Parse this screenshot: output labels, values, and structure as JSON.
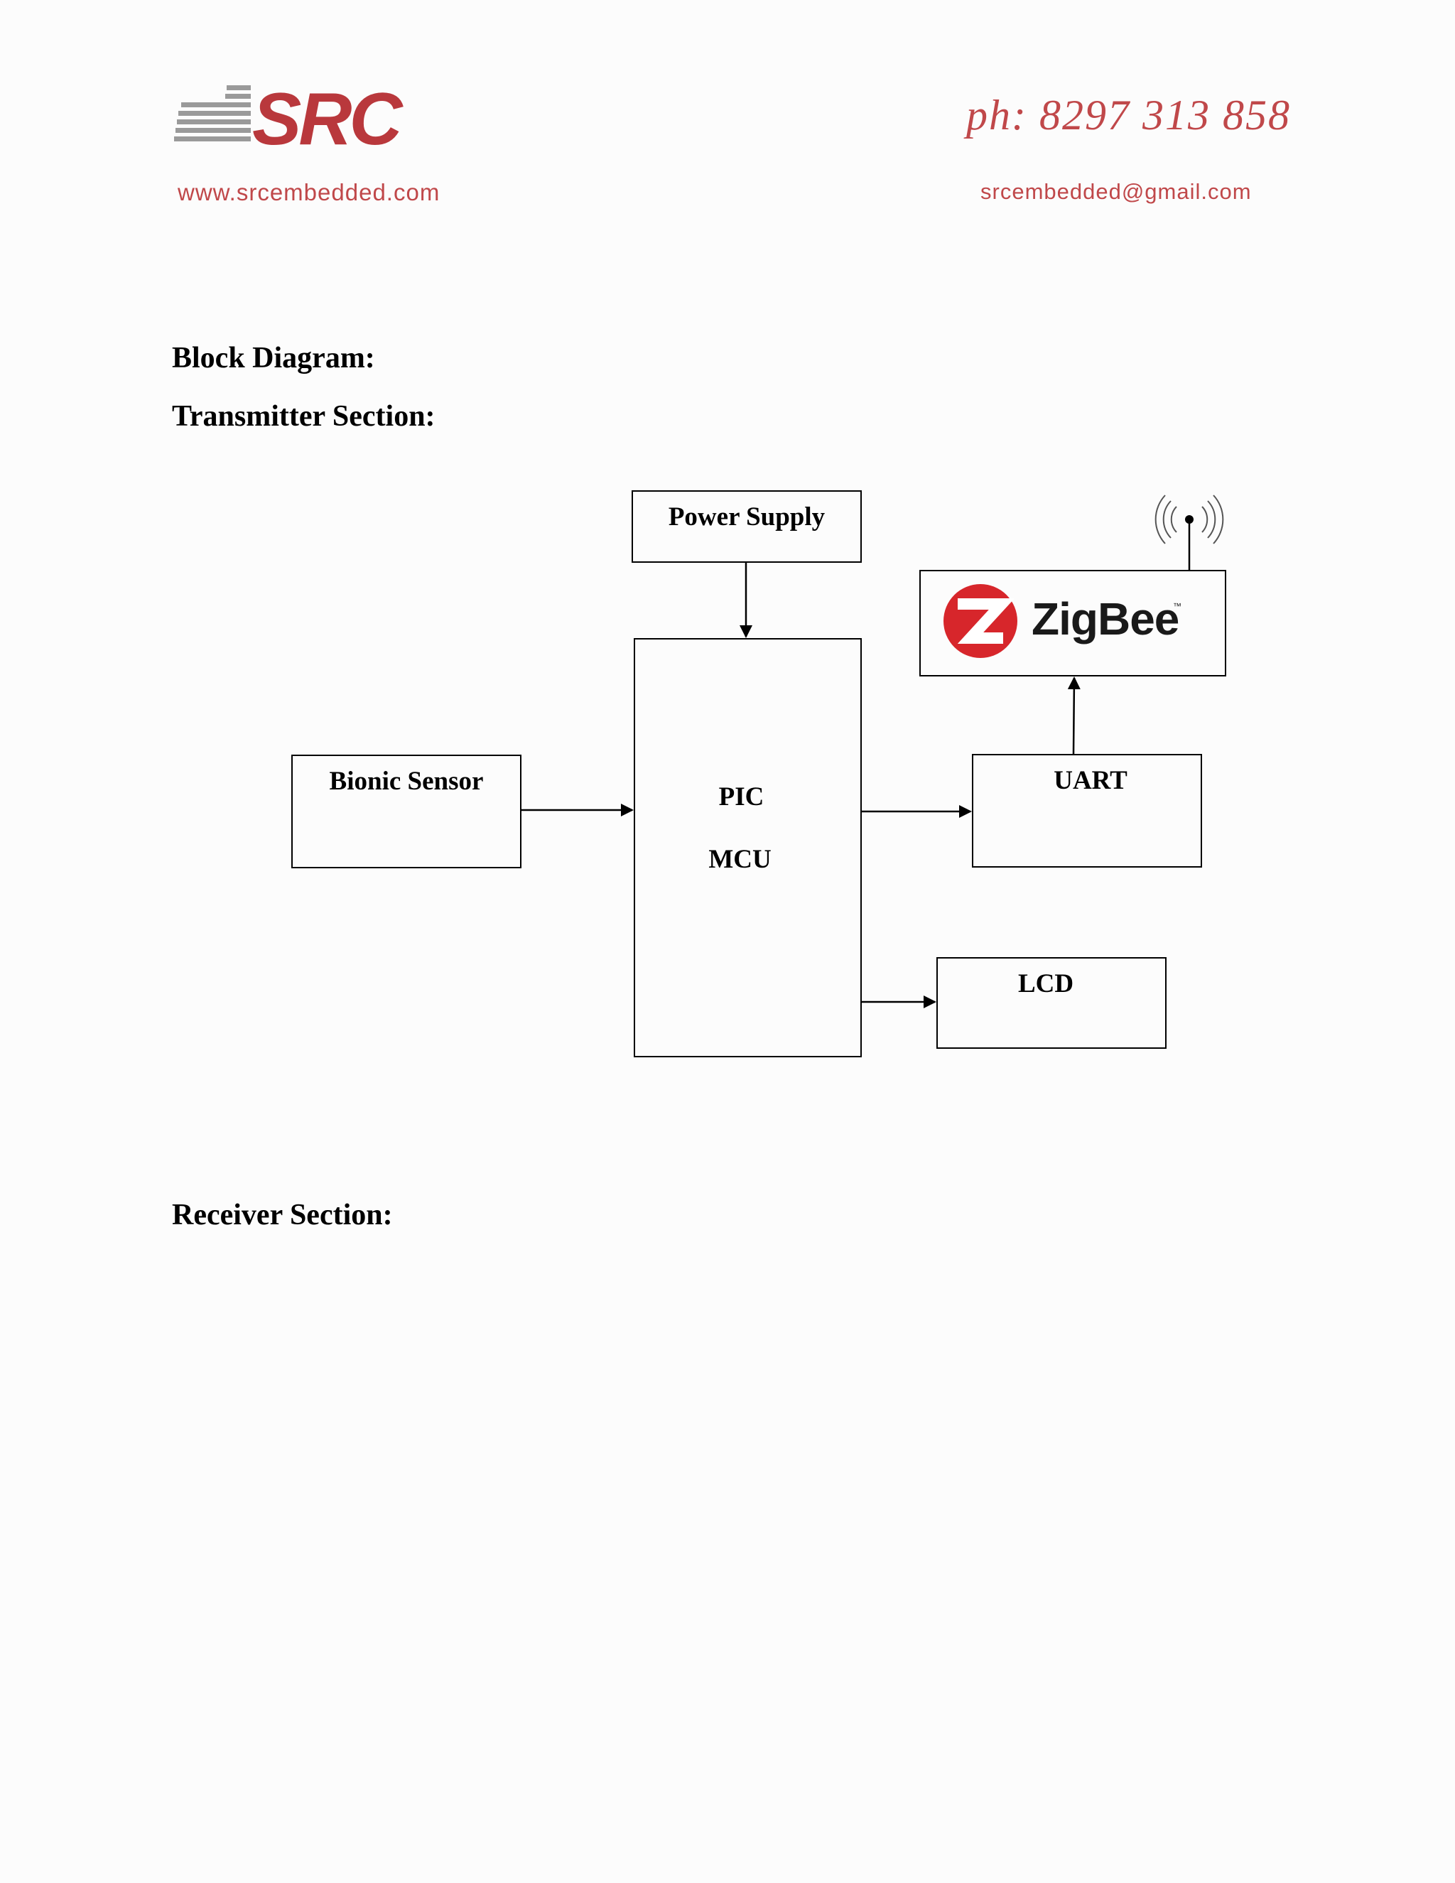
{
  "header": {
    "logo_text": "SRC",
    "website": "www.srcembedded.com",
    "phone": "ph: 8297 313 858",
    "email": "srcembedded@gmail.com",
    "brand_color": "#c0484a"
  },
  "headings": {
    "block_diagram": "Block Diagram:",
    "transmitter": "Transmitter Section:",
    "receiver": "Receiver Section:"
  },
  "diagram": {
    "power_supply": "Power Supply",
    "mcu_line1": "PIC",
    "mcu_line2": "MCU",
    "sensor": "Bionic Sensor",
    "uart": "UART",
    "lcd": "LCD",
    "zigbee": "ZigBee",
    "zigbee_tm": "™",
    "zigbee_color": "#d7262b"
  }
}
